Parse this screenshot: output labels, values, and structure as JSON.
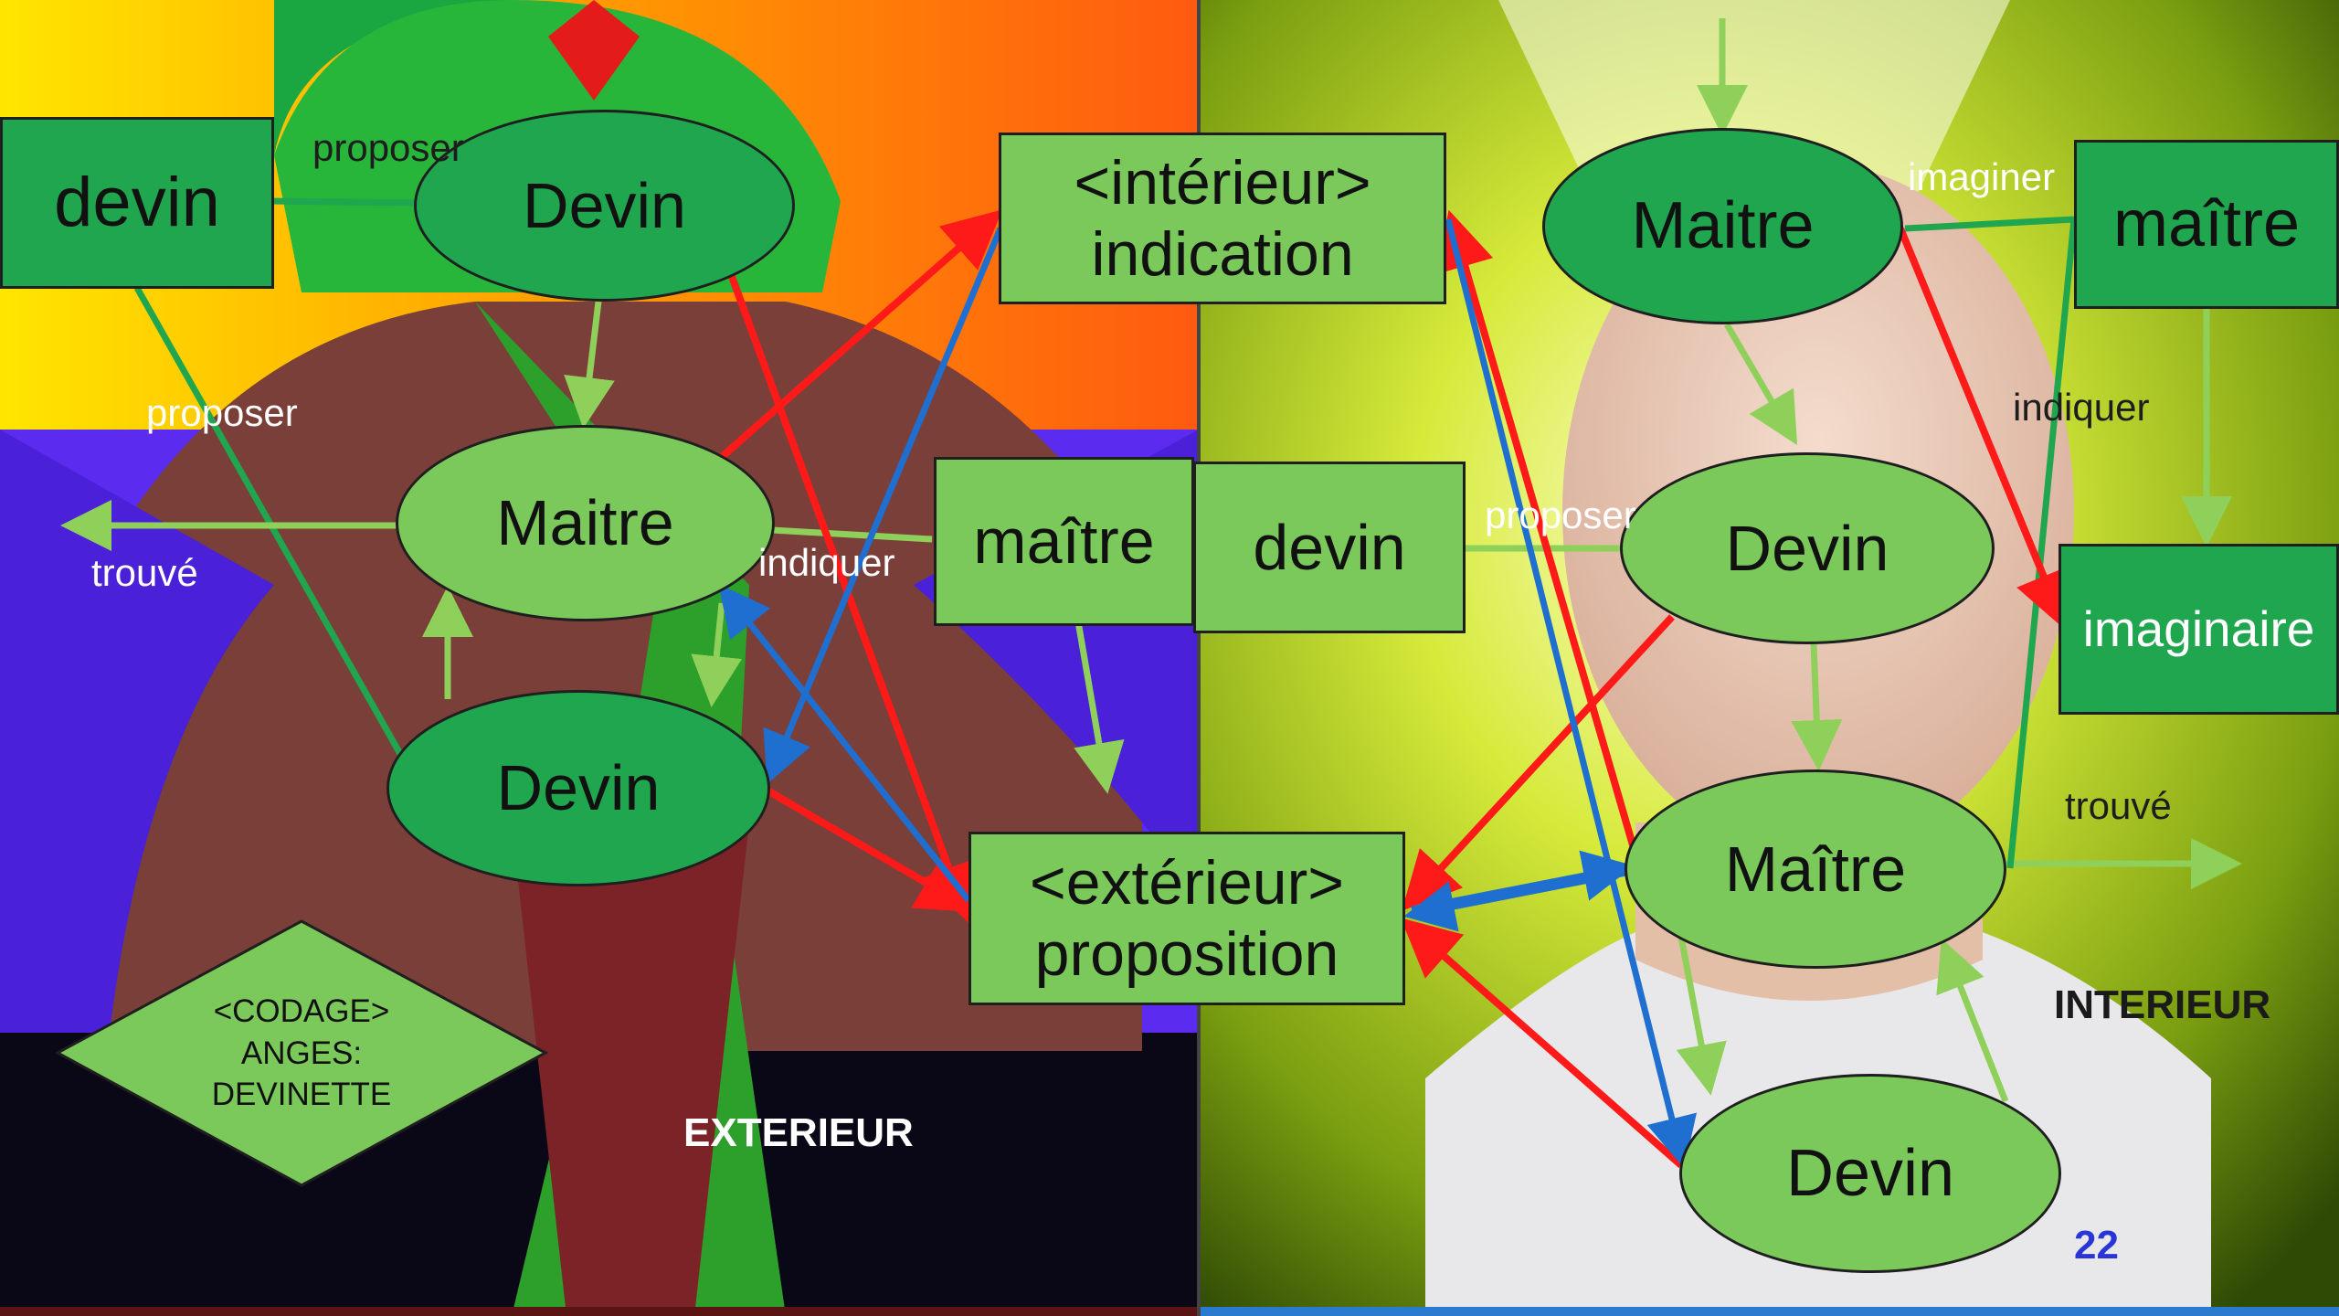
{
  "nodes": {
    "devin_rect_left": "devin",
    "devin_top_left": "Devin",
    "maitre_left": "Maitre",
    "devin_bottom_left": "Devin",
    "interieur_tag": "<intérieur>",
    "interieur_text": "indication",
    "maitre_center": "maître",
    "devin_center": "devin",
    "exterieur_tag": "<extérieur>",
    "exterieur_text": "proposition",
    "maitre_top_right": "Maitre",
    "maitre_rect_right": "maître",
    "devin_mid_right": "Devin",
    "imaginaire": "imaginaire",
    "maitre_lower_right": "Maître",
    "devin_bottom_right": "Devin"
  },
  "diamond": {
    "line1": "<CODAGE>",
    "line2": "ANGES:",
    "line3": "DEVINETTE"
  },
  "edge_labels": {
    "proposer_top_left": "proposer",
    "proposer_left": "proposer",
    "trouve_left": "trouvé",
    "indiquer_center": "indiquer",
    "proposer_right": "proposer",
    "imaginer": "imaginer",
    "indiquer_right": "indiquer",
    "trouve_right": "trouvé"
  },
  "section_labels": {
    "exterieur": "EXTERIEUR",
    "interieur": "INTERIEUR"
  },
  "page_number": "22",
  "colors": {
    "node_dark": "#1fa64f",
    "node_light": "#7bc95a",
    "arrow_red": "#ff1a1a",
    "arrow_blue": "#1e6fd0",
    "arrow_green": "#8fd05a",
    "page_number": "#2a35d8"
  }
}
